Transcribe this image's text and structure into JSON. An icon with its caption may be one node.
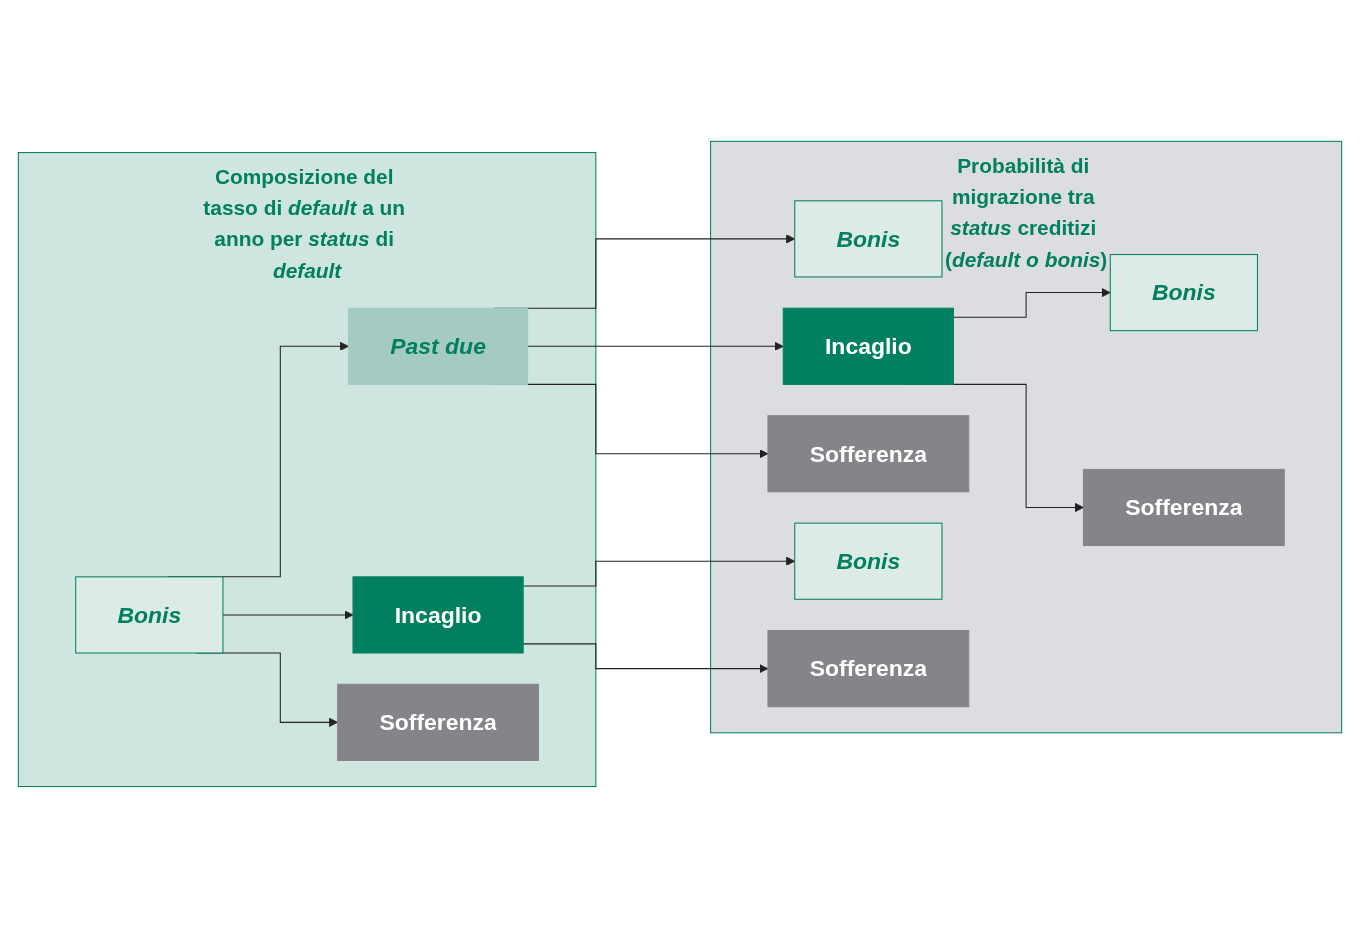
{
  "diagram": {
    "nodes": [
      {
        "text": [
          "Composizione del tasso di *default* a un anno per *status* di *default*"
        ]
      },
      {
        "text": [
          "Bonis"
        ],
        "in": 0
      },
      {
        "text": [
          "Past due"
        ],
        "in": 0
      },
      {
        "text": [
          "Incaglio"
        ],
        "in": 0
      },
      {
        "text": [
          "Sofferenza"
        ],
        "in": 0
      },
      {
        "text": [
          "Probabilità di migrazione tra *status* creditizi (*default o bonis*)"
        ]
      },
      {
        "text": [
          "Bonis"
        ],
        "in": 5
      },
      {
        "text": [
          "Incaglio"
        ],
        "in": 5
      },
      {
        "text": [
          "Sofferenza"
        ],
        "in": 5
      },
      {
        "text": [
          "Bonis"
        ],
        "in": 5
      },
      {
        "text": [
          "Sofferenza"
        ],
        "in": 5
      },
      {
        "text": [
          "Bonis"
        ],
        "in": 5
      },
      {
        "text": [
          "Sofferenza"
        ],
        "in": 5
      }
    ],
    "edges": [
      {
        "from": 1,
        "to": 2,
        "arrow": "to"
      },
      {
        "from": 1,
        "to": 3,
        "arrow": "to"
      },
      {
        "from": 1,
        "to": 4,
        "arrow": "to"
      },
      {
        "from": 2,
        "to": 6,
        "arrow": "to"
      },
      {
        "from": 2,
        "to": 7,
        "arrow": "to"
      },
      {
        "from": 2,
        "to": 8,
        "arrow": "to"
      },
      {
        "from": 3,
        "to": 9,
        "arrow": "to"
      },
      {
        "from": 3,
        "to": 10,
        "arrow": "to"
      },
      {
        "from": 7,
        "to": 11,
        "arrow": "to"
      },
      {
        "from": 7,
        "to": 12,
        "arrow": "to"
      }
    ]
  }
}
